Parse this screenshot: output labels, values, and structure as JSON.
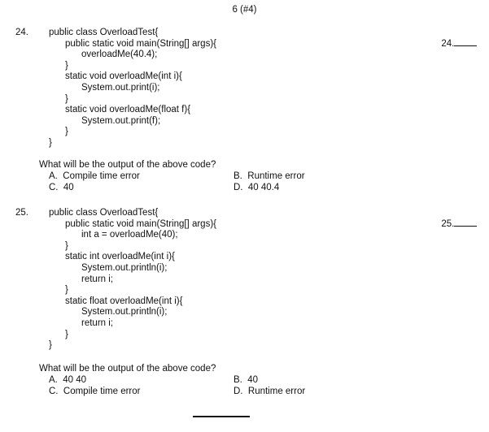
{
  "page_header": "6 (#4)",
  "questions": [
    {
      "number": "24.",
      "answer_blank": "24.",
      "code": [
        "public class OverloadTest{",
        "public static void main(String[] args){",
        "overloadMe(40.4);",
        "}",
        "static void overloadMe(int i){",
        "System.out.print(i);",
        "}",
        "static void overloadMe(float f){",
        "System.out.print(f);",
        "}",
        "}"
      ],
      "question_text": "What will be the output of the above code?",
      "options": [
        {
          "letter": "A.",
          "text": "Compile time error"
        },
        {
          "letter": "B.",
          "text": "Runtime error"
        },
        {
          "letter": "C.",
          "text": "40"
        },
        {
          "letter": "D.",
          "text": "40 40.4"
        }
      ]
    },
    {
      "number": "25.",
      "answer_blank": "25.",
      "code": [
        "public class OverloadTest{",
        "public static void main(String[] args){",
        "int a = overloadMe(40);",
        "}",
        "static int overloadMe(int i){",
        "System.out.println(i);",
        "return i;",
        "}",
        "static float overloadMe(int i){",
        "System.out.println(i);",
        "return i;",
        "}",
        "}"
      ],
      "question_text": "What will be the output of the above code?",
      "options": [
        {
          "letter": "A.",
          "text": "40 40"
        },
        {
          "letter": "B.",
          "text": "40"
        },
        {
          "letter": "C.",
          "text": "Compile time error"
        },
        {
          "letter": "D.",
          "text": "Runtime error"
        }
      ]
    }
  ]
}
